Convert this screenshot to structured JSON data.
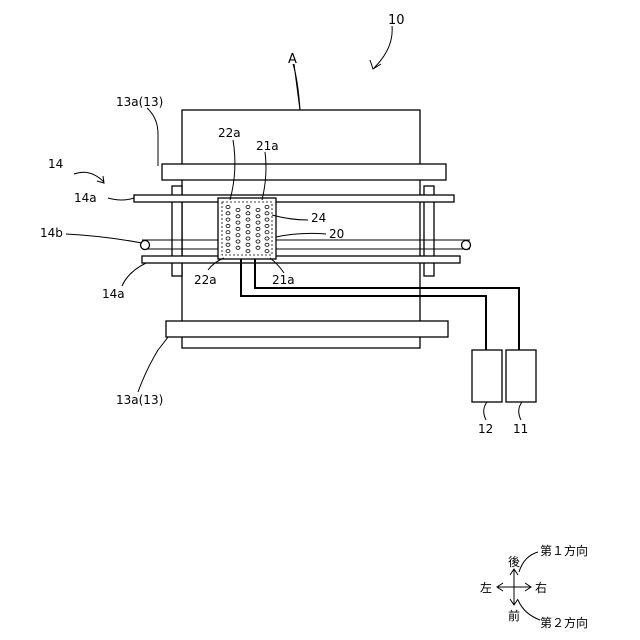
{
  "labels": {
    "device": "10",
    "region_a": "A",
    "roller_top": "13a(13)",
    "roller_bottom": "13a(13)",
    "guide_group": "14",
    "guide_upper": "14a",
    "guide_lower": "14a",
    "guide_rod": "14b",
    "electrode_22a_top": "22a",
    "electrode_21a_top": "21a",
    "electrode_22a_bottom": "22a",
    "electrode_21a_bottom": "21a",
    "part_24": "24",
    "part_20": "20",
    "unit_12": "12",
    "unit_11": "11"
  },
  "legend": {
    "back": "後",
    "front": "前",
    "left": "左",
    "right": "右",
    "first_direction": "第１方向",
    "second_direction": "第２方向"
  }
}
